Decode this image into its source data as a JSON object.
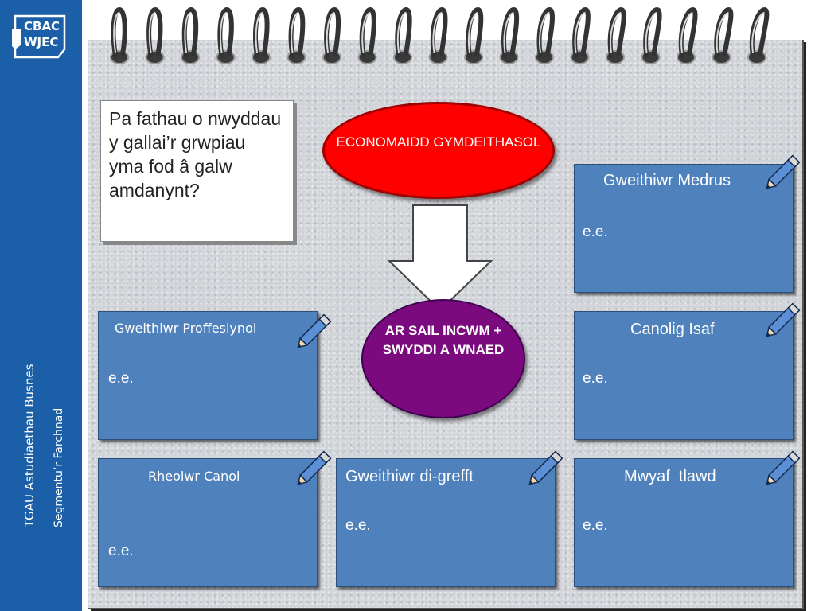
{
  "brand": {
    "logo_line1": "CBAC",
    "logo_line2": "WJEC"
  },
  "sidebar": {
    "course_title": "TGAU Astudiaethau Busnes",
    "topic_title": "Segmentu’r Farchnad"
  },
  "question": {
    "text": "Pa fathau o nwyddau y gallai’r grwpiau yma fod â galw amdanynt?"
  },
  "center": {
    "top_label": "ECONOMAIDD GYMDEITHASOL",
    "bottom_label": "AR SAIL INCWM + SWYDDI A WNAED"
  },
  "boxes": {
    "skilled": {
      "title": "Gweithiwr Medrus",
      "example": "e.e."
    },
    "professional": {
      "title": "Gweithiwr Proffesiynol",
      "example": "e.e."
    },
    "lower_middle": {
      "title": "Canolig Isaf",
      "example": "e.e."
    },
    "middle_manager": {
      "title": "Rheolwr Canol",
      "example": "e.e."
    },
    "unskilled": {
      "title": "Gweithiwr di-grefft",
      "example": "e.e."
    },
    "poorest": {
      "title": "Mwyaf  tlawd",
      "example": "e.e."
    }
  },
  "colors": {
    "sidebar": "#1a5fa8",
    "box_fill": "#4f81bd",
    "top_ellipse": "#ff0000",
    "bottom_ellipse": "#7a0a7e",
    "notebook": "#cfd2d7"
  },
  "icons": {
    "pencil": "pencil-icon",
    "arrow": "down-arrow-icon",
    "rings": "spiral-binding-icon"
  }
}
